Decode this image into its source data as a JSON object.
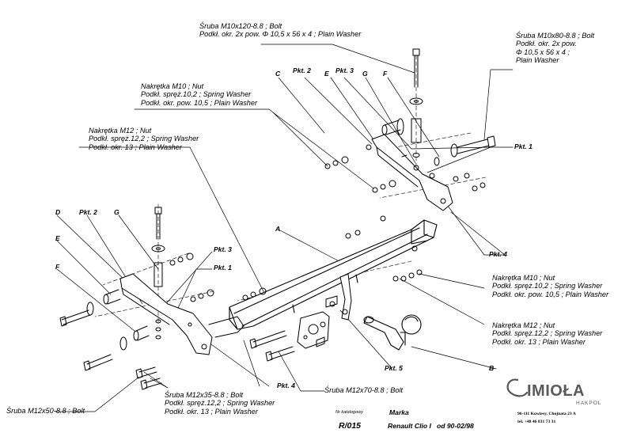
{
  "labels": {
    "bolt_m10x120": [
      "Śruba M10x120-8.8 ;  Bolt",
      "Podkł. okr. 2x pow. Φ 10,5 x 56 x 4 ; Plain Washer"
    ],
    "bolt_m10x80": [
      "Śruba M10x80-8.8 ;  Bolt",
      "Podkł. okr. 2x pow.",
      "Φ 10,5 x 56 x 4 ;",
      "Plain Washer"
    ],
    "nut_m10_top": [
      "Nakrętka  M10 ; Nut",
      "Podkł. spręż.10,2 ; Spring Washer",
      "Podkł. okr. pow. 10,5 ; Plain Washer"
    ],
    "nut_m12_left": [
      "Nakrętka  M12 ; Nut",
      "Podkł. spręż.12,2 ; Spring Washer",
      "Podkł. okr. 13 ; Plain Washer"
    ],
    "nut_m10_right": [
      "Nakrętka  M10 ; Nut",
      "Podkł. spręż.10,2 ; Spring Washer",
      "Podkł. okr. pow. 10,5 ; Plain Washer"
    ],
    "nut_m12_right": [
      "Nakrętka  M12 ; Nut",
      "Podkł. spręż.12,2 ; Spring Washer",
      "Podkł. okr. 13 ; Plain Washer"
    ],
    "bolt_m12x35": [
      "Śruba M12x35-8.8 ;  Bolt",
      "Podkł. spręż.12,2 ; Spring Washer",
      "Podkł. okr. 13 ; Plain Washer"
    ],
    "bolt_m12x70": [
      "Śruba M12x70-8.8 ;  Bolt"
    ],
    "bolt_m12x50": [
      "Śruba M12x50-8.8 ;  Bolt"
    ]
  },
  "keys": {
    "C": "C",
    "pkt2_top": "Pkt. 2",
    "E_top": "E",
    "pkt3_top": "Pkt. 3",
    "G_top": "G",
    "F_top": "F",
    "pkt1_right": "Pkt. 1",
    "pkt4_right": "Pkt. 4",
    "A": "A",
    "D": "D",
    "pkt2_left": "Pkt. 2",
    "G_left": "G",
    "E_left": "E",
    "F_left": "F",
    "pkt3_left": "Pkt. 3",
    "pkt1_left": "Pkt. 1",
    "pkt4_left": "Pkt. 4",
    "pkt5": "Pkt. 5",
    "B": "B"
  },
  "footer": {
    "catalog_label": "Nr katalogowy",
    "brand_label": "Marka",
    "catalog_no": "R/015",
    "vehicle": "Renault Clio I",
    "period": "od 90-02/98",
    "company": "IMIOŁA",
    "company_sub": "HAKPOL",
    "address": "96-111 Kowiesy,  Chojnata 23 A",
    "phone": "tel. +48 46 831 73 31"
  }
}
